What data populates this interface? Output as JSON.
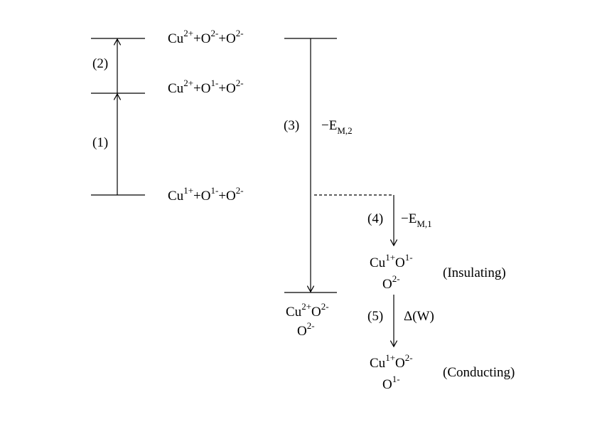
{
  "levels": {
    "l1": {
      "base": "Cu",
      "sup": "2+",
      "mid1": "+O",
      "sup2": "2-",
      "mid2": "+O",
      "sup3": "2-"
    },
    "l2": {
      "base": "Cu",
      "sup": "2+",
      "mid1": "+O",
      "sup2": "1-",
      "mid2": "+O",
      "sup3": "2-"
    },
    "l3": {
      "base": "Cu",
      "sup": "1+",
      "mid1": "+O",
      "sup2": "1-",
      "mid2": "+O",
      "sup3": "2-"
    }
  },
  "steps": {
    "s1": "(1)",
    "s2": "(2)",
    "s3": "(3)",
    "s4": "(4)",
    "s5": "(5)"
  },
  "energies": {
    "e3": {
      "prefix": "−E",
      "sub": "M,2"
    },
    "e4": {
      "prefix": "−E",
      "sub": "M,1"
    },
    "e5": "Δ(W)"
  },
  "products": {
    "p3": {
      "top": "Cu",
      "sup1": "2+",
      "top2": "O",
      "sup2": "2-",
      "bottom": "O",
      "sup3": "2-"
    },
    "p4": {
      "top": "Cu",
      "sup1": "1+",
      "top2": "O",
      "sup2": "1-",
      "bottom": "O",
      "sup3": "2-",
      "state": "(Insulating)"
    },
    "p5": {
      "top": "Cu",
      "sup1": "1+",
      "top2": "O",
      "sup2": "2-",
      "bottom": "O",
      "sup3": "1-",
      "state": "(Conducting)"
    }
  }
}
